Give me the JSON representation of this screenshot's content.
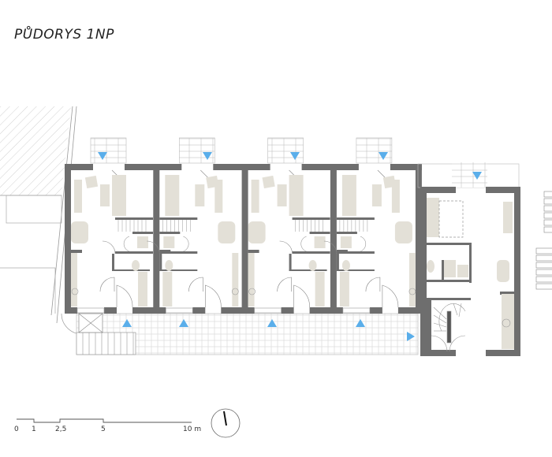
{
  "title": "PŮDORYS 1NP",
  "scale_bar": {
    "labels": [
      "0",
      "1",
      "2,5",
      "5",
      "10 m"
    ]
  },
  "colors": {
    "wall": "#6e6e6e",
    "furniture": "#e3e0d7",
    "entry_arrow": "#5aaeea",
    "hatch": "#b8b8b8",
    "line": "#9a9a9a"
  },
  "icons": [
    "north-arrow-icon",
    "entry-arrow-icon"
  ],
  "units": 5
}
